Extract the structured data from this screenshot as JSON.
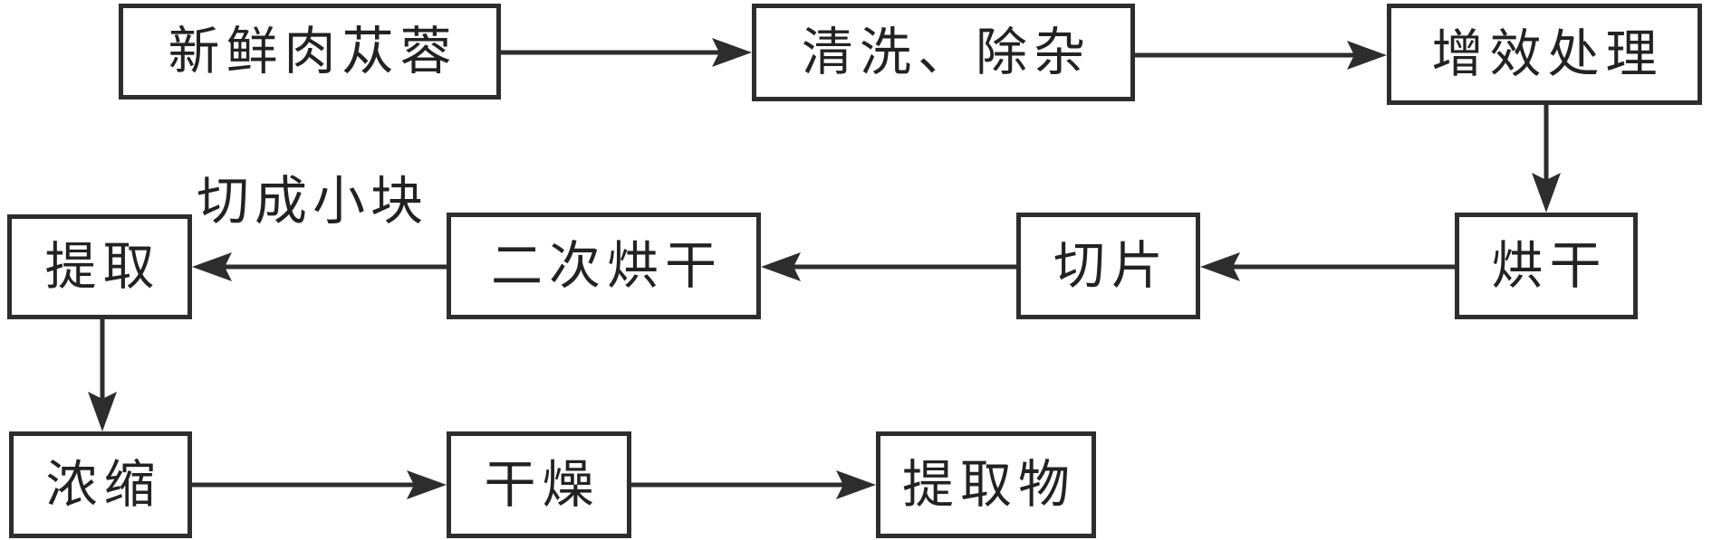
{
  "flowchart": {
    "nodes": [
      {
        "id": "fresh-cistanche",
        "label": "新鲜肉苁蓉"
      },
      {
        "id": "wash-remove-impurities",
        "label": "清洗、除杂"
      },
      {
        "id": "enhancement-treatment",
        "label": "增效处理"
      },
      {
        "id": "drying",
        "label": "烘干"
      },
      {
        "id": "slicing",
        "label": "切片"
      },
      {
        "id": "second-drying",
        "label": "二次烘干"
      },
      {
        "id": "extraction",
        "label": "提取"
      },
      {
        "id": "concentration",
        "label": "浓缩"
      },
      {
        "id": "final-drying",
        "label": "干燥"
      },
      {
        "id": "extract-product",
        "label": "提取物"
      }
    ],
    "edge_labels": [
      {
        "from": "second-drying",
        "to": "extraction",
        "label": "切成小块"
      }
    ],
    "colors": {
      "line": "#2d2d2f",
      "text": "#222222",
      "background": "#ffffff"
    }
  }
}
